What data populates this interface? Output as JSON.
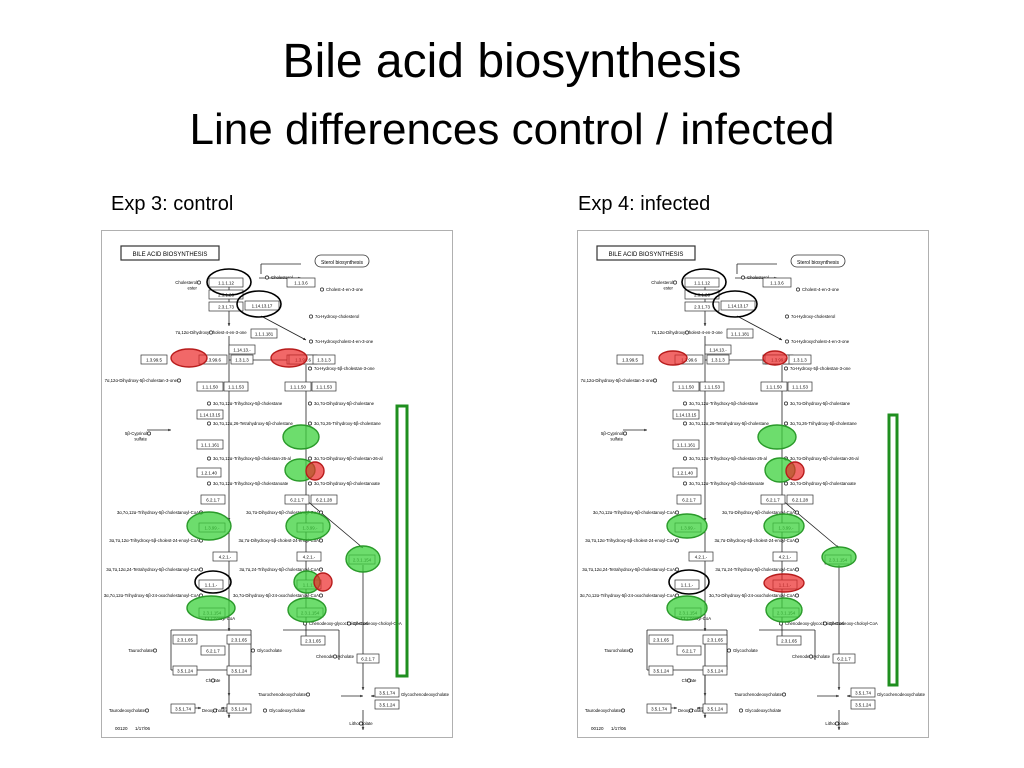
{
  "slide": {
    "title": "Bile acid biosynthesis",
    "subtitle": "Line differences control / infected"
  },
  "panels": [
    {
      "label": "Exp 3: control"
    },
    {
      "label": "Exp 4: infected"
    }
  ],
  "map": {
    "title": "BILE ACID BIOSYNTHESIS",
    "link": "Sterol biosynthesis",
    "footer_left": "00120",
    "footer_right": "1/17/06",
    "compounds": [
      "Cholesterol ester",
      "Cholesterol",
      "Cholest-4-en-3-one",
      "7α-Hydroxy-cholesterol",
      "7α-Hydroxycholest-4-en-3-one",
      "7α,12α-Dihydroxy-cholest-4-en-3-one",
      "7α,12α-Dihydroxy-5β-cholestan-3-one",
      "7α-Hydroxy-5β-cholestan-3-one",
      "3α,7α,12α-Trihydroxy-5β-cholestane",
      "3α,7α-Dihydroxy-5β-cholestane",
      "3α,7α,12α,26-Tetrahydroxy-5β-cholestane",
      "3α,7α,26-Trihydroxy-5β-cholestane",
      "3α,7α,12α-Trihydroxy-5β-cholestan-26-al",
      "3α,7α-Dihydroxy-5β-cholestan-26-al",
      "3α,7α,12α-Trihydroxy-5β-cholestanoate",
      "3α,7α-Dihydroxy-5β-cholestanoate",
      "3α,7α,12α-Trihydroxy-5β-cholestanoyl-CoA",
      "3α,7α-Dihydroxy-5β-cholestanoyl-CoA",
      "3α,7α,12α-Trihydroxy-5β-cholest-24-enoyl-CoA",
      "3α,7α-Dihydroxy-5β-cholest-24-enoyl-CoA",
      "3α,7α,12α,24-Tetrahydroxy-5β-cholestanoyl-CoA",
      "3α,7α,24-Trihydroxy-5β-cholestanoyl-CoA",
      "3α,7α,12α-Trihydroxy-5β-24-oxocholestanoyl-CoA",
      "3α,7α-Dihydroxy-5β-24-oxocholestanoyl-CoA",
      "5β-Cyprinol sulfate",
      "Choloyl-CoA",
      "Chenodeoxy-glycocholoyl-CoA",
      "Chenodeoxy-choloyl-CoA",
      "Taurocholate",
      "Glycocholate",
      "Cholate",
      "Chenodeoxycholate",
      "Taurochenodeoxycholate",
      "Glycochenodeoxycholate",
      "Lithocholate",
      "Taurodeoxycholate",
      "Deoxycholate",
      "Glycodeoxycholate"
    ],
    "enzymes": [
      "1.1.1.12",
      "2.3.1.26",
      "2.3.1.73",
      "1.14.13.17",
      "1.1.3.6",
      "1.1.1.181",
      "1.14.13.-",
      "1.3.99.5",
      "1.3.99.6",
      "1.3.1.3",
      "1.1.1.50",
      "1.1.1.53",
      "1.14.13.15",
      "1.1.1.161",
      "1.2.1.40",
      "6.2.1.7",
      "6.2.1.28",
      "1.3.99.-",
      "4.2.1.-",
      "1.1.1.-",
      "2.3.1.154",
      "2.3.1.65",
      "3.5.1.24",
      "3.5.1.74"
    ]
  }
}
